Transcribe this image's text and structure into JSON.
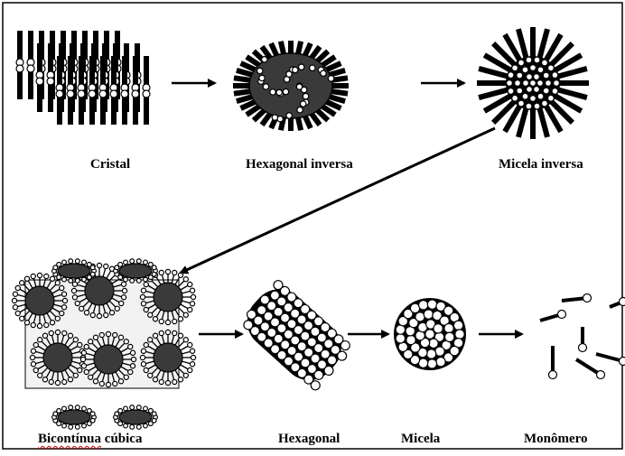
{
  "labels": {
    "cristal": "Cristal",
    "hexagonal_inversa": "Hexagonal inversa",
    "micela_inversa": "Micela inversa",
    "bicontinua_cubica_word1": "Bicontínua",
    "bicontinua_cubica_word2": "cúbica",
    "hexagonal": "Hexagonal",
    "micela": "Micela",
    "monomero": "Monômero"
  },
  "colors": {
    "ink": "#000000",
    "dark_core": "#3a3a3a",
    "background": "#ffffff",
    "spellcheck": "#d00000"
  }
}
